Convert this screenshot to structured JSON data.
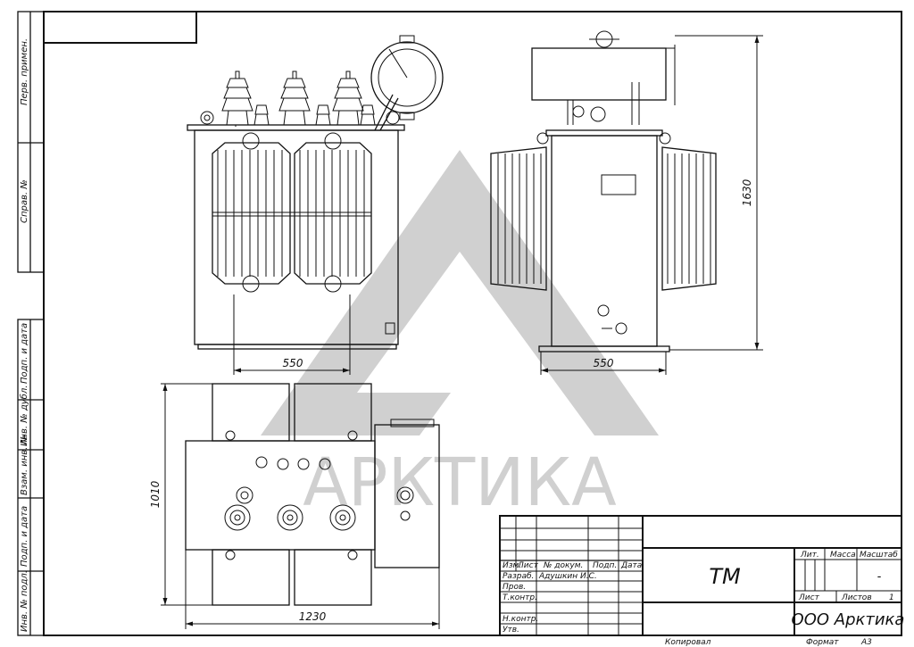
{
  "drawing": {
    "dim_front_width": "550",
    "dim_side_width": "550",
    "dim_side_height": "1630",
    "dim_top_depth": "1010",
    "dim_top_length": "1230"
  },
  "watermark": {
    "text": "АРКТИКА",
    "color": "#d0d0d0"
  },
  "left_stamp": {
    "perv_primen": "Перв. примен.",
    "sprav": "Справ. №",
    "podp_data_1": "Подп. и дата",
    "inv_dubl": "Инв. № дубл.",
    "vzam_inv": "Взам. инв. №",
    "podp_data_2": "Подп. и дата",
    "inv_podl": "Инв. № подл."
  },
  "title_block": {
    "designation": "ТМ",
    "company": "ООО Арктика",
    "col_izm": "Изм.",
    "col_list": "Лист",
    "col_doc": "№ докум.",
    "col_podp": "Подп.",
    "col_data": "Дата",
    "row_razrab": "Разраб.",
    "razrab_name": "Адушкин И.С.",
    "row_prov": "Пров.",
    "row_tkontr": "Т.контр.",
    "row_nkontr": "Н.контр.",
    "row_utv": "Утв.",
    "lit_label": "Лит.",
    "massa_label": "Масса",
    "masshtab_label": "Масштаб",
    "masshtab_value": "-",
    "list_label": "Лист",
    "listov_label": "Листов",
    "listov_value": "1"
  },
  "footer": {
    "kopiroval": "Копировал",
    "format_label": "Формат",
    "format_value": "А3"
  }
}
